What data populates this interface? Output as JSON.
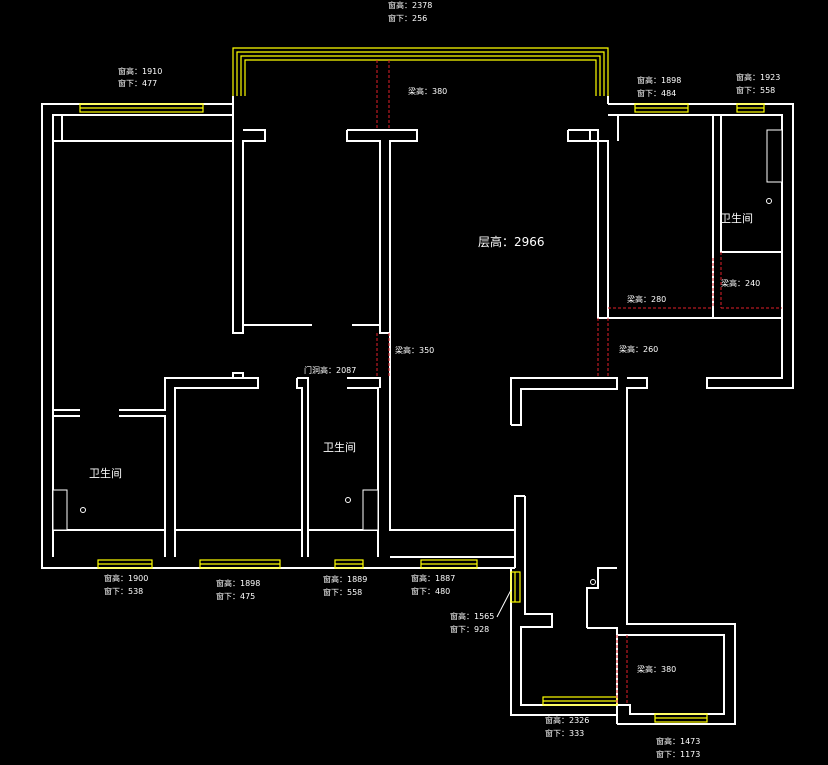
{
  "labels": {
    "floor_height": "层高：2966",
    "door_height": "门洞高：2087",
    "bathroom_left": "卫生间",
    "bathroom_mid": "卫生间",
    "bathroom_right": "卫生间"
  },
  "beams": {
    "b1": "梁高：380",
    "b2": "梁高：350",
    "b3": "梁高：280",
    "b4": "梁高：240",
    "b5": "梁高：260",
    "b6": "梁高：380"
  },
  "windows": {
    "w_top_bay": {
      "high": "窗高：2378",
      "low": "窗下：256"
    },
    "w_top_left": {
      "high": "窗高：1910",
      "low": "窗下：477"
    },
    "w_top_r1": {
      "high": "窗高：1898",
      "low": "窗下：484"
    },
    "w_top_r2": {
      "high": "窗高：1923",
      "low": "窗下：558"
    },
    "w_bot_1": {
      "high": "窗高：1900",
      "low": "窗下：538"
    },
    "w_bot_2": {
      "high": "窗高：1898",
      "low": "窗下：475"
    },
    "w_bot_3": {
      "high": "窗高：1889",
      "low": "窗下：558"
    },
    "w_bot_4": {
      "high": "窗高：1887",
      "low": "窗下：480"
    },
    "w_side": {
      "high": "窗高：1565",
      "low": "窗下：928"
    },
    "w_bot_5": {
      "high": "窗高：2326",
      "low": "窗下：333"
    },
    "w_bot_6": {
      "high": "窗高：1473",
      "low": "窗下：1173"
    }
  }
}
